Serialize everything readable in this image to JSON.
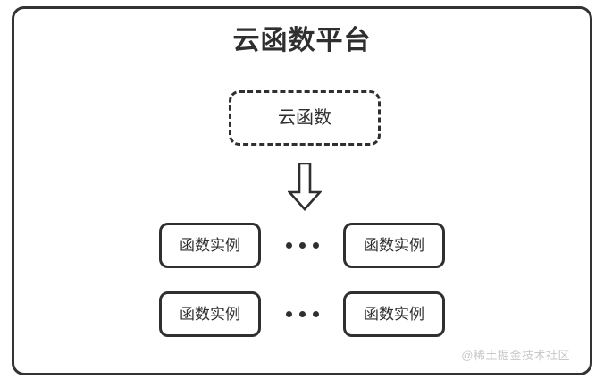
{
  "diagram": {
    "type": "architecture-diagram",
    "container": {
      "title": "云函数平台",
      "border_color": "#333333",
      "background": "#ffffff"
    },
    "cloud_function": {
      "label": "云函数",
      "style": "dashed",
      "border_color": "#2f2f2f"
    },
    "arrow": {
      "name": "down-block-arrow",
      "direction": "down",
      "color": "#2f2f2f",
      "fill": "#ffffff"
    },
    "instance_rows": [
      {
        "left": {
          "label": "函数实例"
        },
        "separator": {
          "glyph": "...",
          "dots": 3
        },
        "right": {
          "label": "函数实例"
        }
      },
      {
        "left": {
          "label": "函数实例"
        },
        "separator": {
          "glyph": "...",
          "dots": 3
        },
        "right": {
          "label": "函数实例"
        }
      }
    ],
    "watermark": {
      "text": "@稀土掘金技术社区",
      "color": "#c8c8c8"
    }
  }
}
